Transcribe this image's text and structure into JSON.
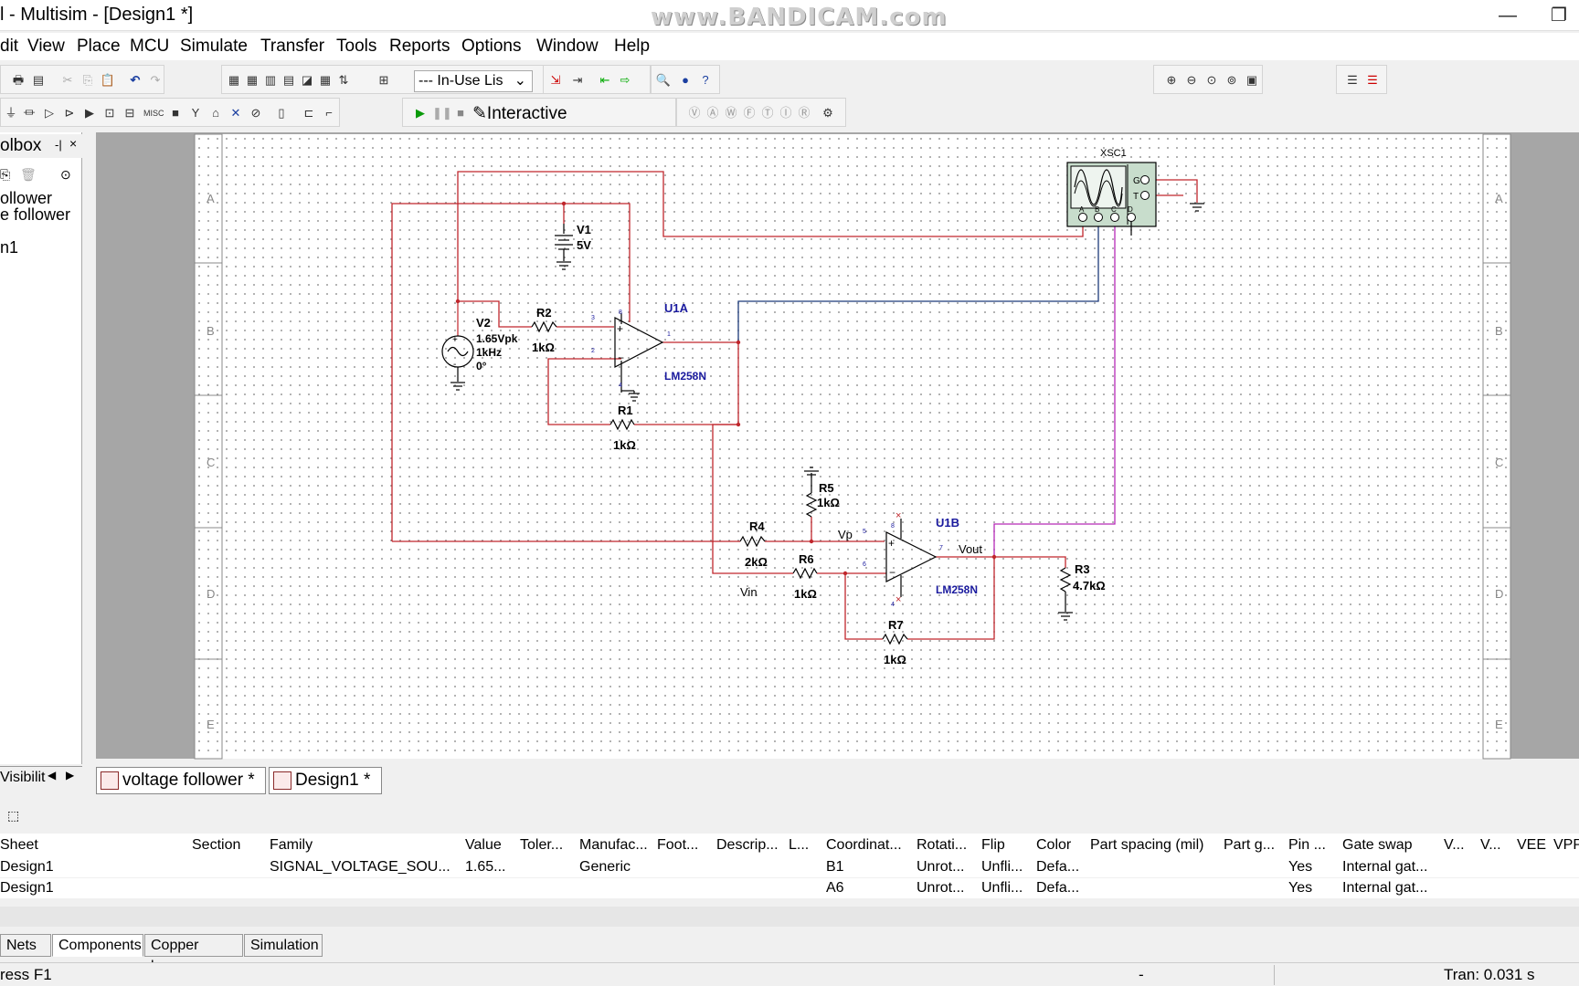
{
  "window": {
    "title": "l - Multisim - [Design1 *]",
    "watermark": "www.BANDICAM.com",
    "minimize_glyph": "—",
    "restore_glyph": "❐"
  },
  "menu": [
    "dit",
    "View",
    "Place",
    "MCU",
    "Simulate",
    "Transfer",
    "Tools",
    "Reports",
    "Options",
    "Window",
    "Help"
  ],
  "toolbar": {
    "in_use_list": "--- In-Use Lis",
    "interactive_label": "Interactive"
  },
  "toolbox": {
    "title": "olbox",
    "items": [
      "ollower",
      "e follower",
      "n1"
    ],
    "visibility_tab": "Visibilit"
  },
  "schematic": {
    "row_labels": [
      "A",
      "B",
      "C",
      "D",
      "E"
    ],
    "components": {
      "v1": {
        "name": "V1",
        "value": "5V"
      },
      "v2": {
        "name": "V2",
        "amp": "1.65Vpk",
        "freq": "1kHz",
        "phase": "0°"
      },
      "r1": {
        "name": "R1",
        "value": "1kΩ"
      },
      "r2": {
        "name": "R2",
        "value": "1kΩ"
      },
      "r3": {
        "name": "R3",
        "value": "4.7kΩ"
      },
      "r4": {
        "name": "R4",
        "value": "2kΩ"
      },
      "r5": {
        "name": "R5",
        "value": "1kΩ"
      },
      "r6": {
        "name": "R6",
        "value": "1kΩ"
      },
      "r7": {
        "name": "R7",
        "value": "1kΩ"
      },
      "u1a": {
        "name": "U1A",
        "part": "LM258N"
      },
      "u1b": {
        "name": "U1B",
        "part": "LM258N"
      },
      "xsc1": {
        "name": "XSC1"
      }
    },
    "net_labels": {
      "vp": "Vp",
      "vin": "Vin",
      "vout": "Vout"
    },
    "pin_numbers": {
      "u1a_in_p": "3",
      "u1a_in_n": "2",
      "u1a_out": "1",
      "u1b_in_p": "5",
      "u1b_in_n": "6",
      "u1b_out": "7",
      "vcc": "8",
      "gnd": "4"
    },
    "scope_terminals": {
      "g": "G",
      "t": "T",
      "a": "A",
      "b": "B",
      "c": "C",
      "d": "D"
    },
    "colors": {
      "wire_red": "#c0262c",
      "wire_navy": "#1c3a7a",
      "wire_magenta": "#b62ab8",
      "part_label": "#1a1a9e"
    }
  },
  "sheet_tabs": [
    {
      "label": "voltage follower *"
    },
    {
      "label": "Design1 *"
    }
  ],
  "spreadsheet": {
    "columns": [
      "Sheet",
      "Section",
      "Family",
      "Value",
      "Toler...",
      "Manufac...",
      "Foot...",
      "Descrip...",
      "L...",
      "Coordinat...",
      "Rotati...",
      "Flip",
      "Color",
      "Part spacing (mil)",
      "Part g...",
      "Pin ...",
      "Gate swap",
      "V...",
      "V...",
      "VEE",
      "VPP"
    ],
    "rows": [
      [
        "Design1",
        "",
        "SIGNAL_VOLTAGE_SOU...",
        "1.65...",
        "",
        "Generic",
        "",
        "",
        "",
        "B1",
        "Unrot...",
        "Unfli...",
        "Defa...",
        "",
        "",
        "Yes",
        "Internal gat...",
        "",
        "",
        "",
        ""
      ],
      [
        "Design1",
        "",
        "",
        "",
        "",
        "",
        "",
        "",
        "",
        "A6",
        "Unrot...",
        "Unfli...",
        "Defa...",
        "",
        "",
        "Yes",
        "Internal gat...",
        "",
        "",
        "",
        ""
      ]
    ],
    "tabs": [
      "Nets",
      "Components",
      "Copper layers",
      "Simulation"
    ],
    "active_tab": "Components"
  },
  "status": {
    "left": "ress F1",
    "middle": "-",
    "right": "Tran: 0.031 s"
  }
}
